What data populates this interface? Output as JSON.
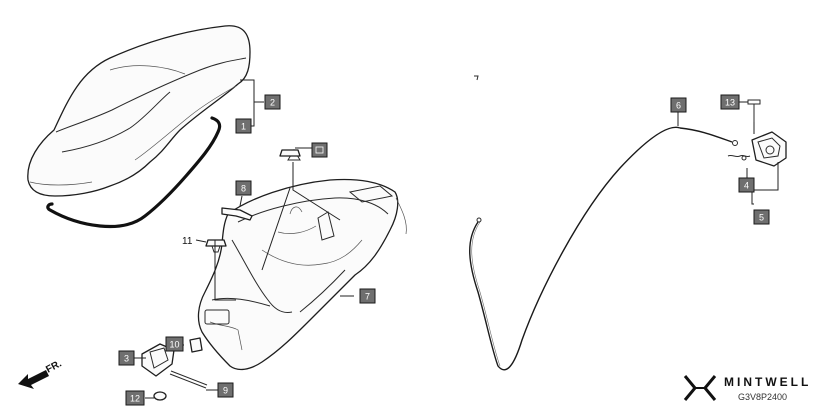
{
  "diagram": {
    "code": "G3V8P2400",
    "brand": {
      "name": "MINTWELL"
    },
    "direction_marker": {
      "label": "FR."
    },
    "callouts": [
      "1",
      "2",
      "3",
      "4",
      "5",
      "6",
      "7",
      "8",
      "9",
      "10",
      "11",
      "12",
      "13"
    ],
    "icons": {
      "seat": "seat-icon",
      "gasket": "seat-gasket-icon",
      "luggage_box": "luggage-box-icon",
      "cable": "seat-lock-cable-icon",
      "lock": "seat-lock-icon",
      "logo": "mintwell-logo-icon"
    }
  }
}
